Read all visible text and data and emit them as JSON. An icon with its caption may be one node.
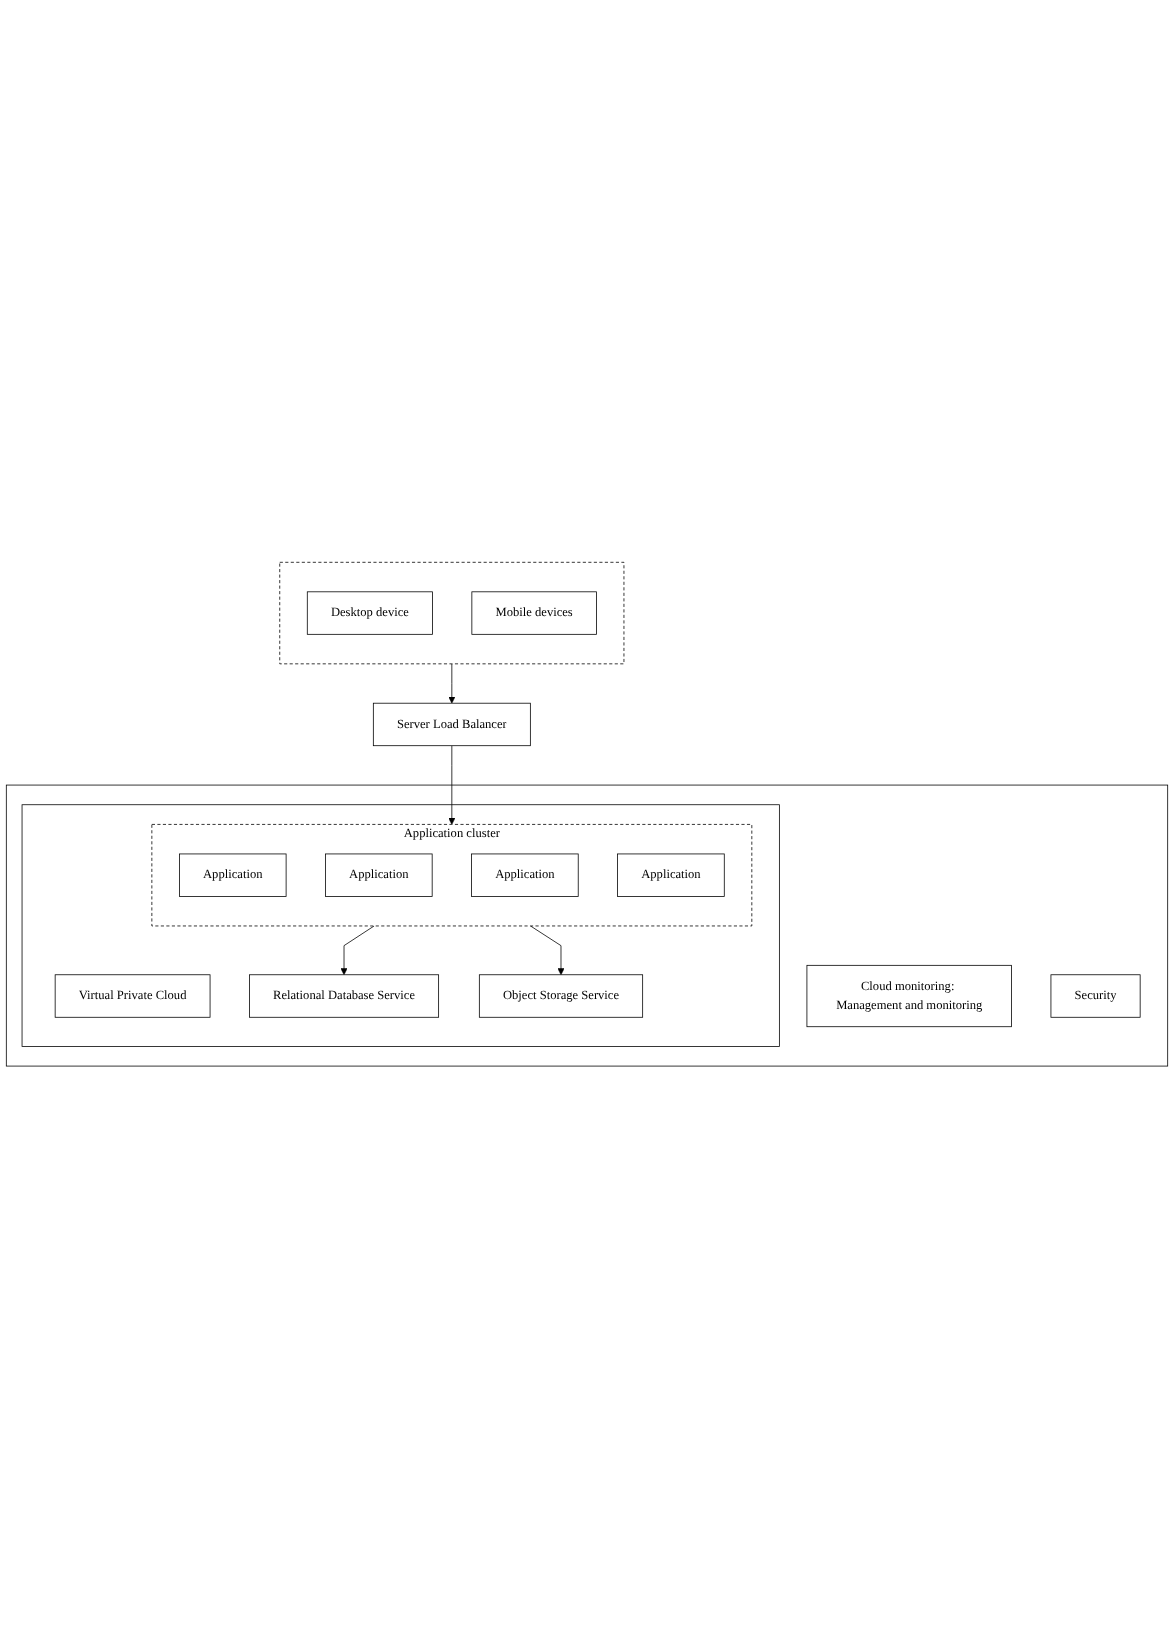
{
  "diagram": {
    "nodes": [
      {
        "text": [],
        "shape": "box"
      },
      {
        "text": [
          "Desktop device"
        ],
        "in": 0
      },
      {
        "text": [
          "Mobile devices"
        ],
        "in": 0
      },
      {
        "text": [
          "Server Load Balancer"
        ]
      },
      {
        "text": [],
        "shape": "box"
      },
      {
        "text": [],
        "shape": "box",
        "in": 4
      },
      {
        "text": [
          "Virtual Private Cloud"
        ],
        "in": 5
      },
      {
        "text": [
          "Application cluster"
        ],
        "in": 5
      },
      {
        "text": [
          "Application"
        ],
        "in": 7
      },
      {
        "text": [
          "Application"
        ],
        "in": 7
      },
      {
        "text": [
          "Application"
        ],
        "in": 7
      },
      {
        "text": [
          "Application"
        ],
        "in": 7
      },
      {
        "text": [
          "Relational Database Service"
        ],
        "in": 5
      },
      {
        "text": [
          "Object Storage Service"
        ],
        "in": 5
      },
      {
        "text": [
          "Cloud monitoring: Management and monitoring"
        ],
        "in": 4
      },
      {
        "text": [
          "Security"
        ],
        "in": 4
      }
    ],
    "edges": [
      {
        "from": 0,
        "to": 3,
        "arrow": "to"
      },
      {
        "from": 3,
        "to": 7,
        "arrow": "to"
      },
      {
        "from": 7,
        "to": 12,
        "arrow": "to"
      },
      {
        "from": 7,
        "to": 13,
        "arrow": "to"
      }
    ]
  }
}
